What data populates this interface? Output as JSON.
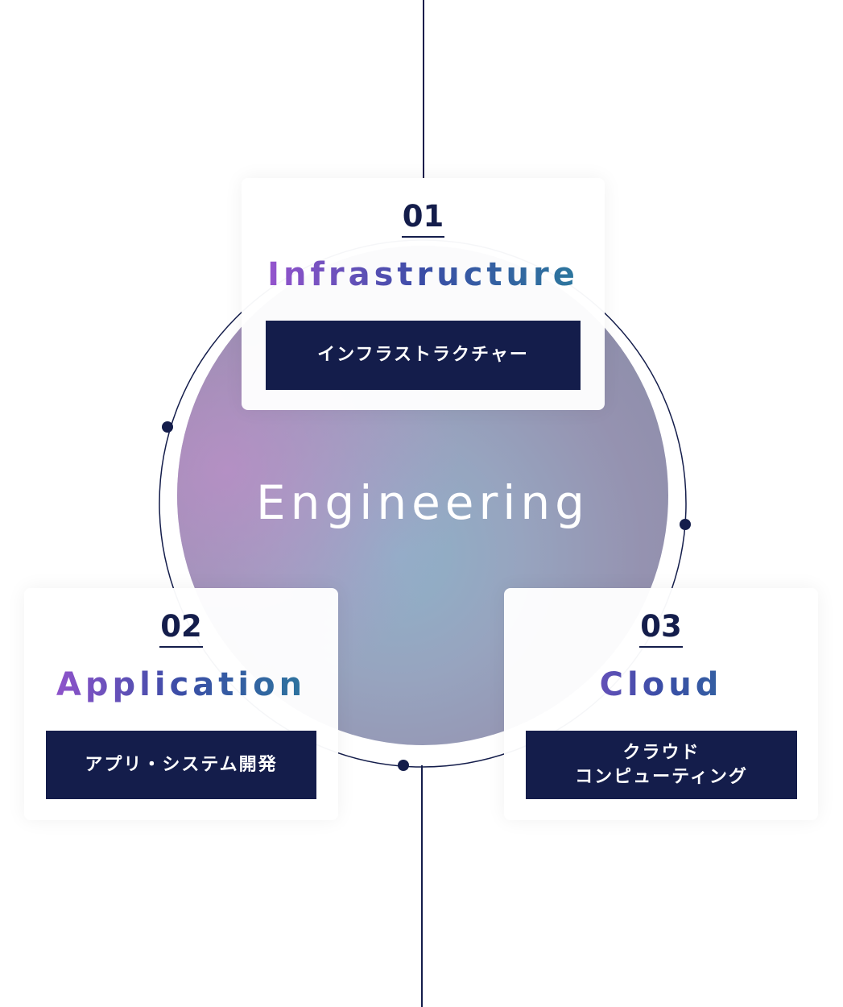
{
  "center": {
    "title": "Engineering"
  },
  "cards": [
    {
      "number": "01",
      "title": "Infrastructure",
      "label": "インフラストラクチャー"
    },
    {
      "number": "02",
      "title": "Application",
      "label": "アプリ・システム開発"
    },
    {
      "number": "03",
      "title": "Cloud",
      "label_lines": [
        "クラウド",
        "コンピューティング"
      ]
    }
  ],
  "colors": {
    "navy": "#141d4b",
    "gradient_start": "#a455d4",
    "gradient_end": "#2a7e9c"
  }
}
